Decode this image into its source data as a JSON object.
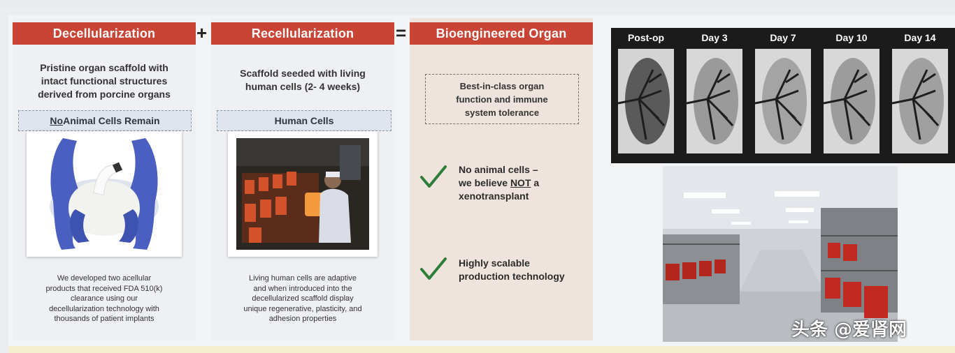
{
  "headers": {
    "decell": "Decellularization",
    "plus": "+",
    "recell": "Recellularization",
    "equals": "=",
    "bio": "Bioengineered Organ"
  },
  "decell": {
    "desc": [
      "Pristine organ scaffold with",
      "intact functional structures",
      "derived from porcine organs"
    ],
    "label_prefix": "No",
    "label_rest": " Animal Cells Remain",
    "body": [
      "We developed two acellular",
      "products that received FDA 510(k)",
      "clearance using our",
      "decellularization technology with",
      "thousands of patient implants"
    ]
  },
  "recell": {
    "desc": [
      "Scaffold seeded with living",
      "human cells (2- 4 weeks)"
    ],
    "label": "Human Cells",
    "body": [
      "Living human cells are adaptive",
      "and when introduced into the",
      "decellularized scaffold display",
      "unique regenerative, plasticity, and",
      "adhesion properties"
    ]
  },
  "bio": {
    "box": [
      "Best-in-class organ",
      "function and immune",
      "system tolerance"
    ],
    "bullet1_line1": "No animal cells –",
    "bullet1_pre": "we believe ",
    "bullet1_em": "NOT",
    "bullet1_post": " a",
    "bullet1_line3": "xenotransplant",
    "bullet2": [
      "Highly scalable",
      "production technology"
    ]
  },
  "scans": {
    "labels": [
      "Post-op",
      "Day 3",
      "Day 7",
      "Day 10",
      "Day 14"
    ]
  },
  "watermark": "头条 @爱肾网",
  "colors": {
    "header_red": "#c94434",
    "check_green": "#2f7d3a",
    "organ_bg": "#efe4dd"
  }
}
